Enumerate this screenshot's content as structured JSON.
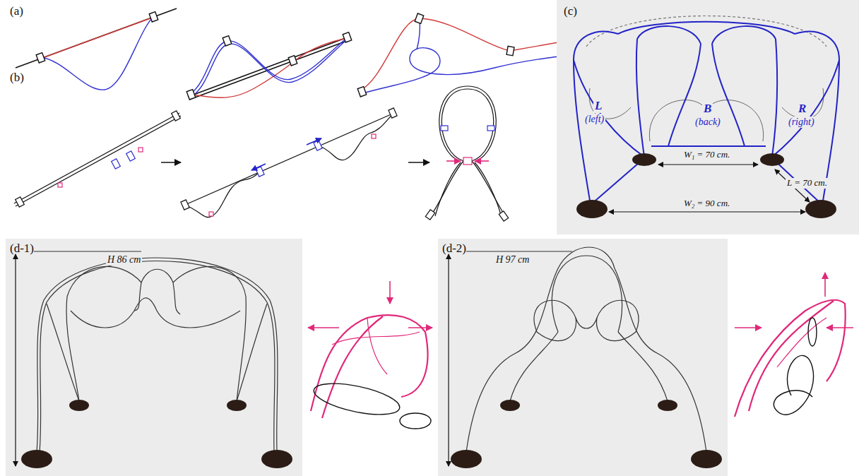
{
  "diagram": {
    "labels": [
      "(a)",
      "(b)",
      "(c)",
      "L",
      "(left)",
      "B",
      "(back)",
      "R",
      "(right)",
      "W₁ = 70 cm.",
      "L = 70 cm.",
      "W₂ = 90 cm.",
      "(d-1)",
      "H 86 cm",
      "(d-2)",
      "H 97 cm"
    ]
  }
}
